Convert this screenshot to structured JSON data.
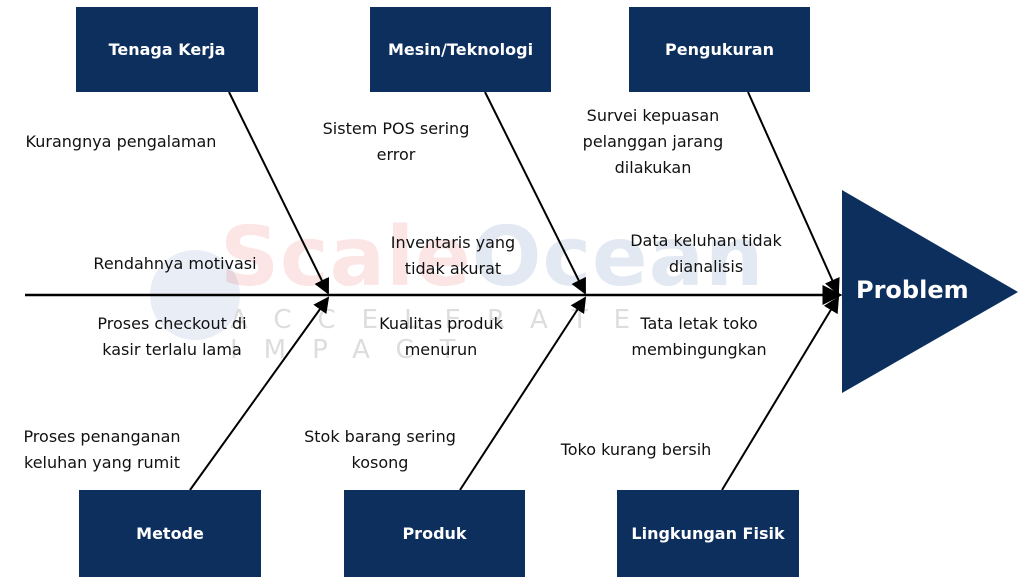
{
  "watermark": {
    "brand": "ScaleOcean",
    "tagline": "ACCELERATE IMPACT"
  },
  "colors": {
    "box": "#0d2f5e",
    "line": "#000000",
    "text": "#111111"
  },
  "problem": "Problem",
  "categories": {
    "top": [
      "Tenaga Kerja",
      "Mesin/Teknologi",
      "Pengukuran"
    ],
    "bottom": [
      "Metode",
      "Produk",
      "Lingkungan Fisik"
    ]
  },
  "causes": {
    "tenaga_kerja": [
      [
        "Kurangnya pengalaman"
      ],
      [
        "Rendahnya motivasi"
      ]
    ],
    "mesin": [
      [
        "Sistem POS sering",
        "error"
      ],
      [
        "Inventaris yang",
        "tidak akurat"
      ]
    ],
    "pengukuran": [
      [
        "Survei kepuasan",
        "pelanggan jarang",
        "dilakukan"
      ],
      [
        "Data keluhan tidak",
        "dianalisis"
      ]
    ],
    "metode": [
      [
        "Proses checkout di",
        "kasir terlalu lama"
      ],
      [
        "Proses penanganan",
        "keluhan yang rumit"
      ]
    ],
    "produk": [
      [
        "Kualitas produk",
        "menurun"
      ],
      [
        "Stok barang sering",
        "kosong"
      ]
    ],
    "lingkungan": [
      [
        "Tata letak toko",
        "membingungkan"
      ],
      [
        "Toko kurang bersih"
      ]
    ]
  }
}
